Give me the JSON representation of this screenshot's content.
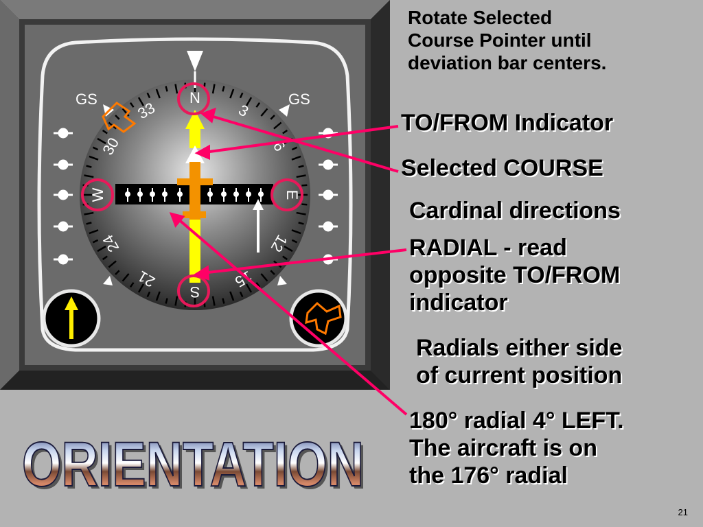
{
  "colors": {
    "background": "#b3b3b3",
    "bezel": "#5a5a5a",
    "face": "#6e6e6e",
    "callout": "#ff0066",
    "course_pointer": "#ffff00",
    "deviation_bar": "#ff9900",
    "highlight_ring": "#e8195a"
  },
  "instrument": {
    "gs_left": "GS",
    "gs_right": "GS",
    "compass_labels": [
      "N",
      "3",
      "6",
      "E",
      "12",
      "15",
      "S",
      "21",
      "24",
      "W",
      "30",
      "33"
    ],
    "left_knob_icon": "course-arrow-icon",
    "right_knob_icon": "aircraft-icon"
  },
  "notes": {
    "rotate": [
      "Rotate Selected",
      "Course Pointer until",
      "deviation bar centers."
    ],
    "to_from": "TO/FROM Indicator",
    "course": "Selected COURSE",
    "cardinal": "Cardinal directions",
    "radial": [
      "RADIAL - read",
      "opposite TO/FROM",
      "indicator"
    ],
    "radials_side": [
      "Radials either side",
      "of current position"
    ],
    "conclusion": [
      "180° radial 4° LEFT.",
      "The aircraft is on",
      "the 176° radial"
    ]
  },
  "wordart": "ORIENTATION",
  "slide_number": "21"
}
